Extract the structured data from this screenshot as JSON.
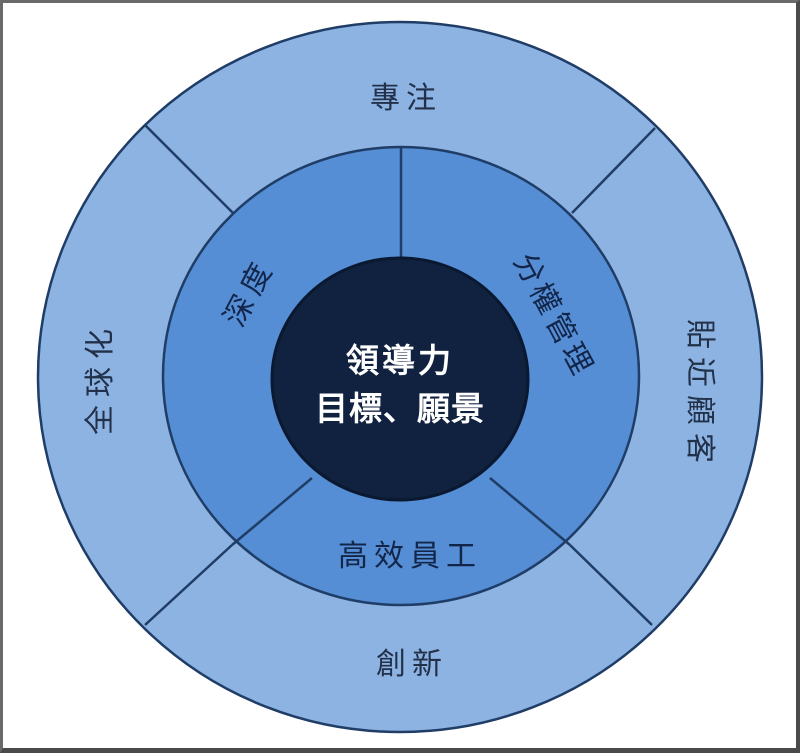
{
  "diagram": {
    "type": "concentric-ring-diagram",
    "colors": {
      "outer_ring": "#8db3e2",
      "middle_ring": "#558ed5",
      "core": "#10223f",
      "stroke": "#1f3d66",
      "outer_text": "#22304a",
      "middle_text": "#13264a",
      "core_text": "#ffffff"
    },
    "core": {
      "line1": "領導力",
      "line2": "目標、願景"
    },
    "middle_ring": [
      {
        "label": "深度",
        "position": "upper-left"
      },
      {
        "label": "分權管理",
        "position": "upper-right"
      },
      {
        "label": "高效員工",
        "position": "bottom"
      }
    ],
    "outer_ring": [
      {
        "label": "專注",
        "position": "top"
      },
      {
        "label": "貼近顧客",
        "position": "right"
      },
      {
        "label": "創新",
        "position": "bottom"
      },
      {
        "label": "全球化",
        "position": "left"
      }
    ]
  }
}
